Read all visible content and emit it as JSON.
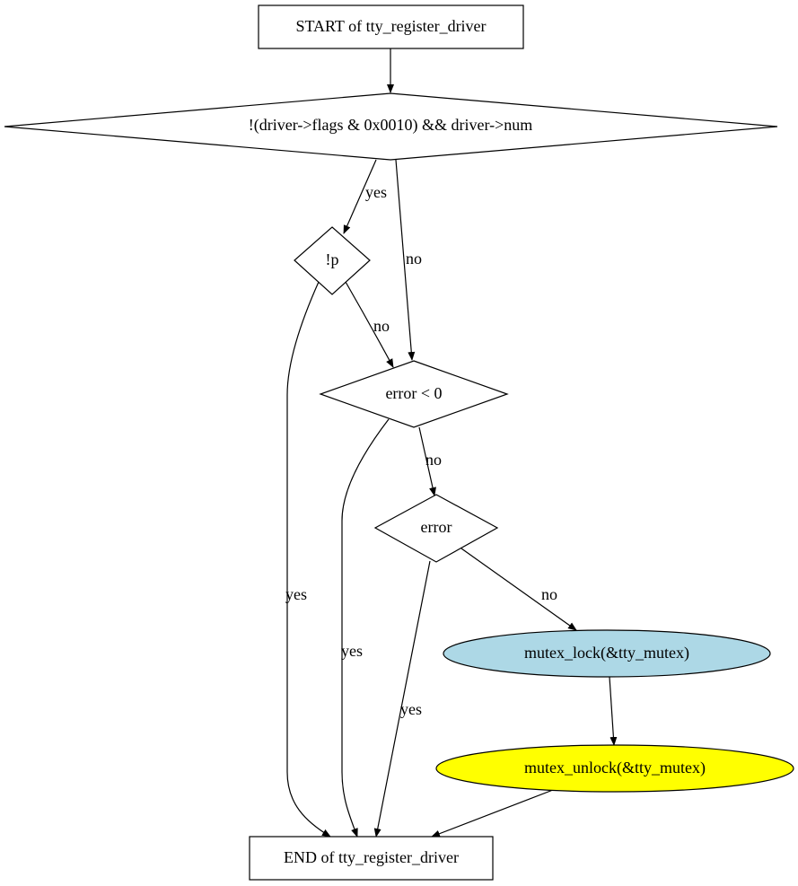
{
  "nodes": {
    "start": "START of tty_register_driver",
    "cond_flags": "!(driver->flags & 0x0010) && driver->num",
    "cond_p": "!p",
    "cond_error_lt0": "error < 0",
    "cond_error": "error",
    "mutex_lock": "mutex_lock(&tty_mutex)",
    "mutex_unlock": "mutex_unlock(&tty_mutex)",
    "end": "END of tty_register_driver"
  },
  "edge_labels": {
    "flags_yes": "yes",
    "flags_no": "no",
    "p_no": "no",
    "p_yes": "yes",
    "errlt0_no": "no",
    "errlt0_yes": "yes",
    "error_no": "no",
    "error_yes": "yes"
  },
  "colors": {
    "mutex_lock_fill": "#add8e6",
    "mutex_unlock_fill": "#ffff00",
    "stroke": "#000000"
  }
}
